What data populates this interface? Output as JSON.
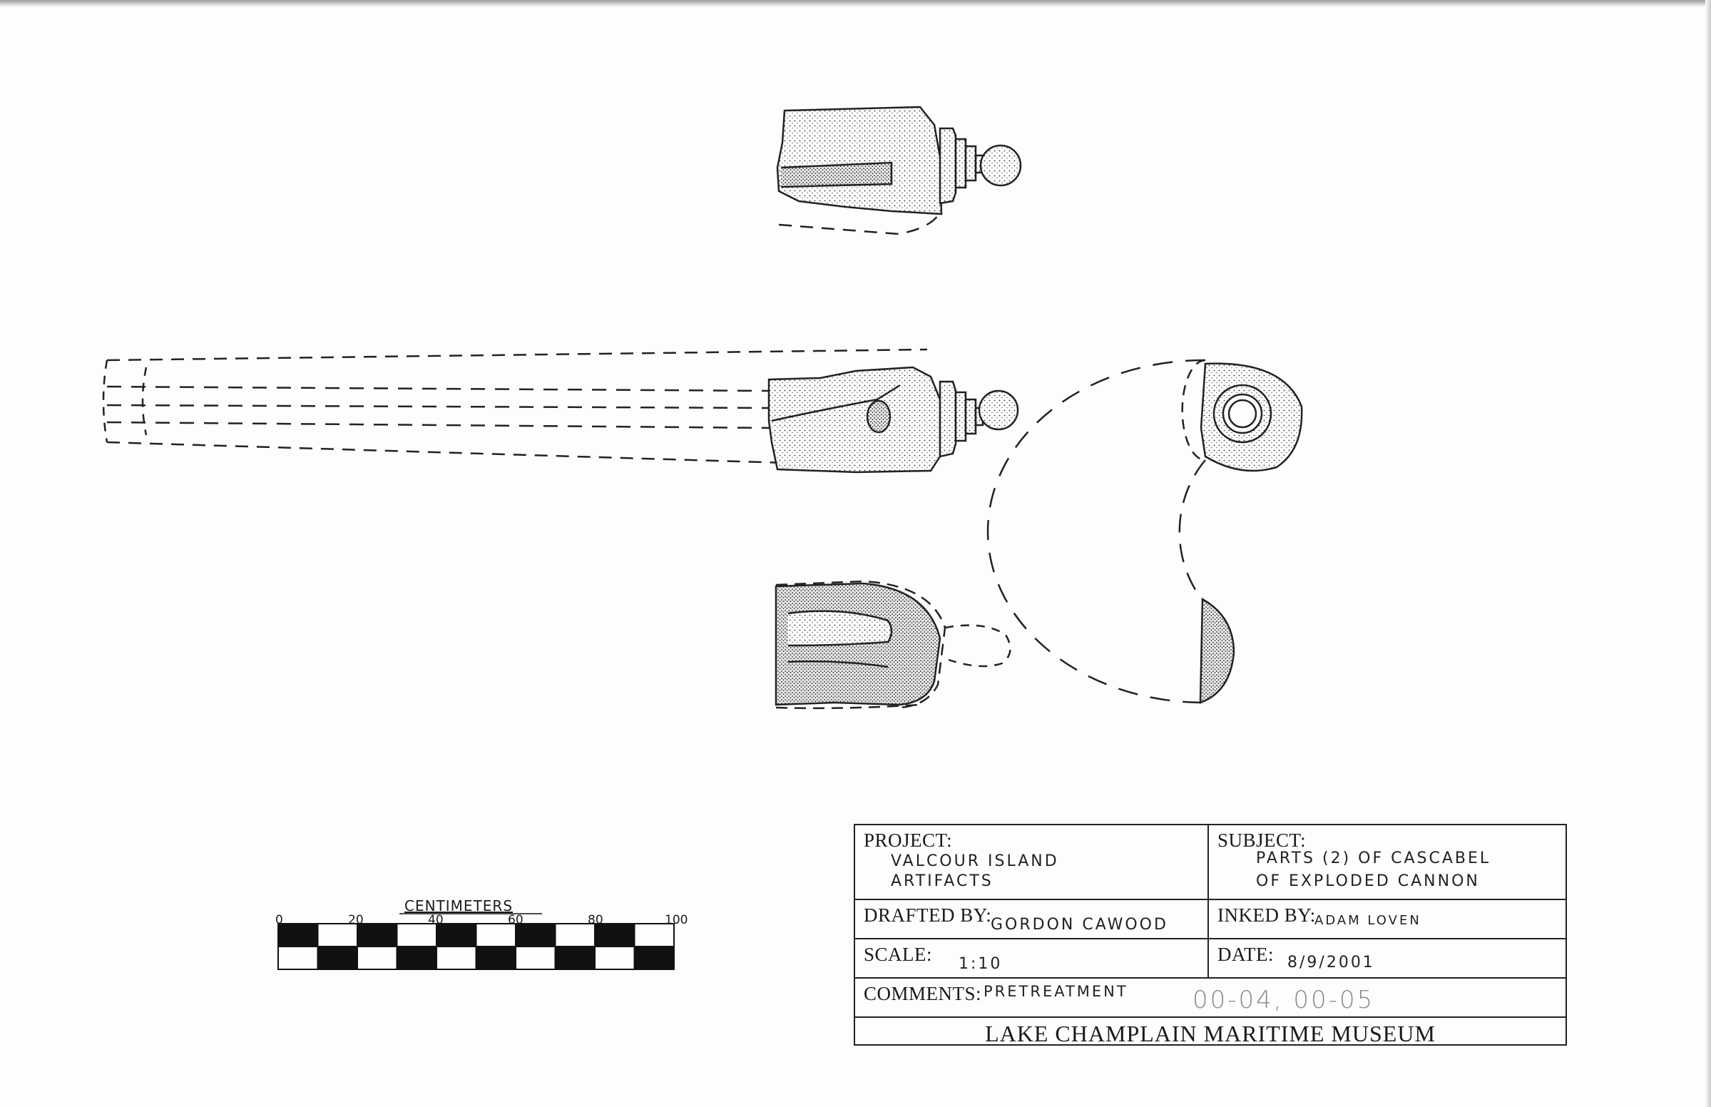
{
  "scale_bar": {
    "label": "CENTIMETERS",
    "ticks": [
      "0",
      "20",
      "40",
      "60",
      "80",
      "100"
    ]
  },
  "title_block": {
    "project_label": "PROJECT:",
    "project_line1": "VALCOUR ISLAND",
    "project_line2": "ARTIFACTS",
    "subject_label": "SUBJECT:",
    "subject_line1": "PARTS (2) OF CASCABEL",
    "subject_line2": "OF EXPLODED CANNON",
    "drafted_label": "DRAFTED BY:",
    "drafted_value": "GORDON CAWOOD",
    "inked_label": "INKED BY:",
    "inked_value": "ADAM LOVEN",
    "scale_label": "SCALE:",
    "scale_value": "1:10",
    "date_label": "DATE:",
    "date_value": "8/9/2001",
    "comments_label": "COMMENTS:",
    "comments_value": "PRETREATMENT",
    "catalog_numbers": "00-04, 00-05",
    "museum": "LAKE CHAMPLAIN MARITIME MUSEUM"
  }
}
